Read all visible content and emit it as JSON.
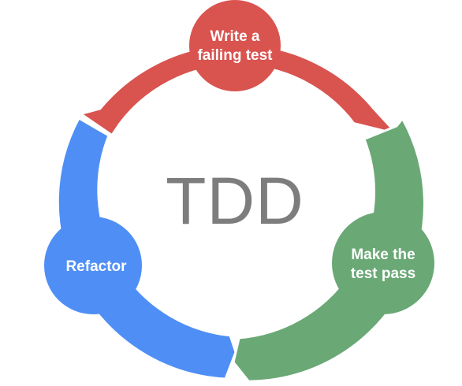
{
  "center_title": "TDD",
  "stages": [
    {
      "label_line1": "Write a",
      "label_line2": "failing test",
      "color": "#d9534f"
    },
    {
      "label_line1": "Make the",
      "label_line2": "test pass",
      "color": "#6aa876"
    },
    {
      "label_line1": "Refactor",
      "label_line2": "",
      "color": "#4f8ff5"
    }
  ]
}
